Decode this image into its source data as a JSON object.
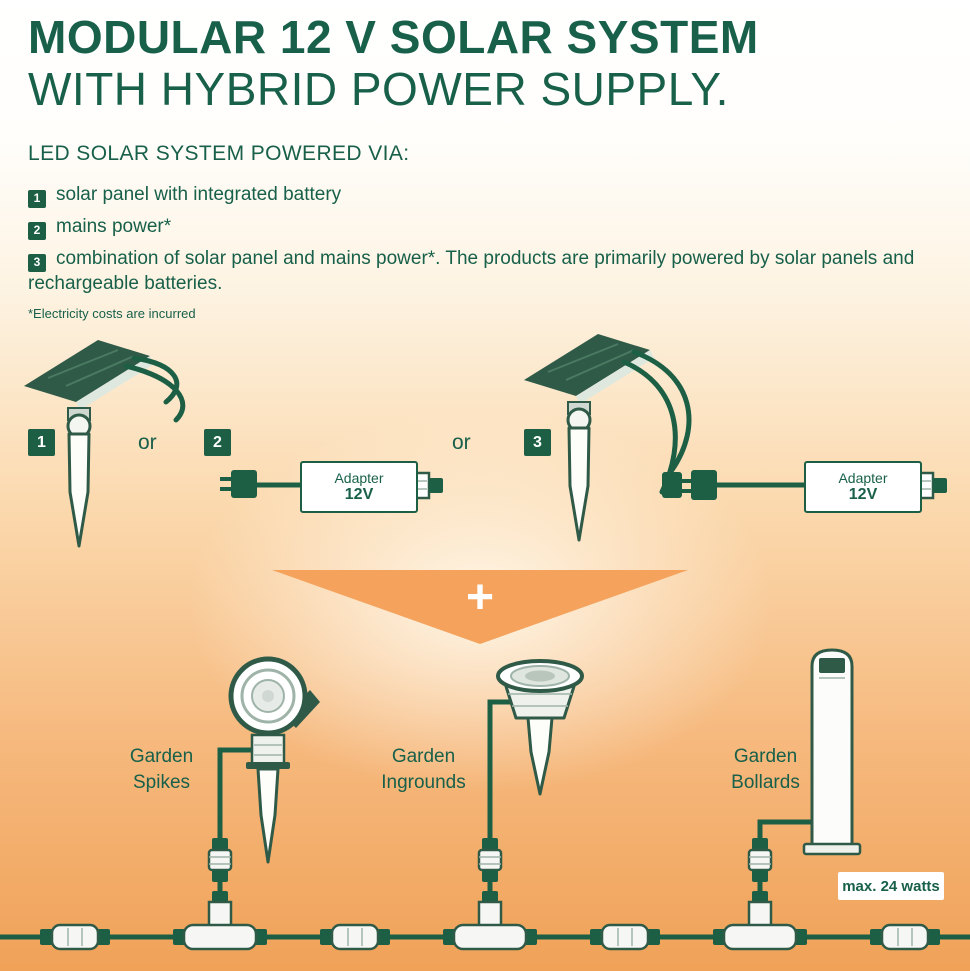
{
  "colors": {
    "green": "#18604a",
    "badge_green": "#1d5f45",
    "orange": "#f5a35c"
  },
  "header": {
    "title_line1": "MODULAR 12 V SOLAR SYSTEM",
    "title_line2": "WITH HYBRID POWER SUPPLY."
  },
  "intro": {
    "heading": "LED SOLAR SYSTEM POWERED VIA:",
    "items": [
      {
        "num": "1",
        "text": "solar panel with integrated battery"
      },
      {
        "num": "2",
        "text": "mains power*"
      },
      {
        "num": "3",
        "text": "combination of solar panel and mains power*. The products are primarily powered by solar panels and rechargeable batteries."
      }
    ],
    "footnote": "*Electricity costs are incurred"
  },
  "diagram": {
    "option1_num": "1",
    "option2_num": "2",
    "option3_num": "3",
    "or_label_1": "or",
    "or_label_2": "or",
    "adapter1": {
      "label": "Adapter",
      "value": "12V"
    },
    "adapter2": {
      "label": "Adapter",
      "value": "12V"
    },
    "plus": "+"
  },
  "products": {
    "spikes_label": "Garden\nSpikes",
    "ingrounds_label": "Garden\nIngrounds",
    "bollards_label": "Garden\nBollards",
    "max_watts": "max. 24 watts"
  }
}
